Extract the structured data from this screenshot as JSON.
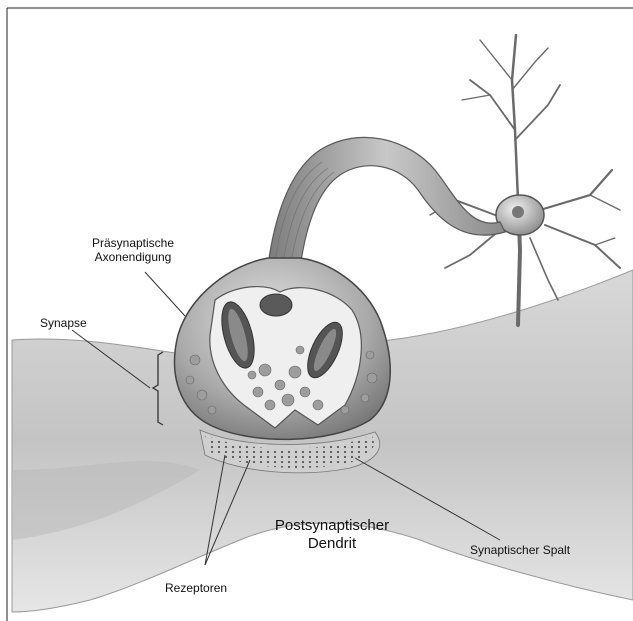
{
  "labels": {
    "presynaptic": "Präsynaptische\nAxonendigung",
    "synapse": "Synapse",
    "postsynaptic": "Postsynaptischer\nDendrit",
    "cleft": "Synaptischer Spalt",
    "receptors": "Rezeptoren"
  }
}
